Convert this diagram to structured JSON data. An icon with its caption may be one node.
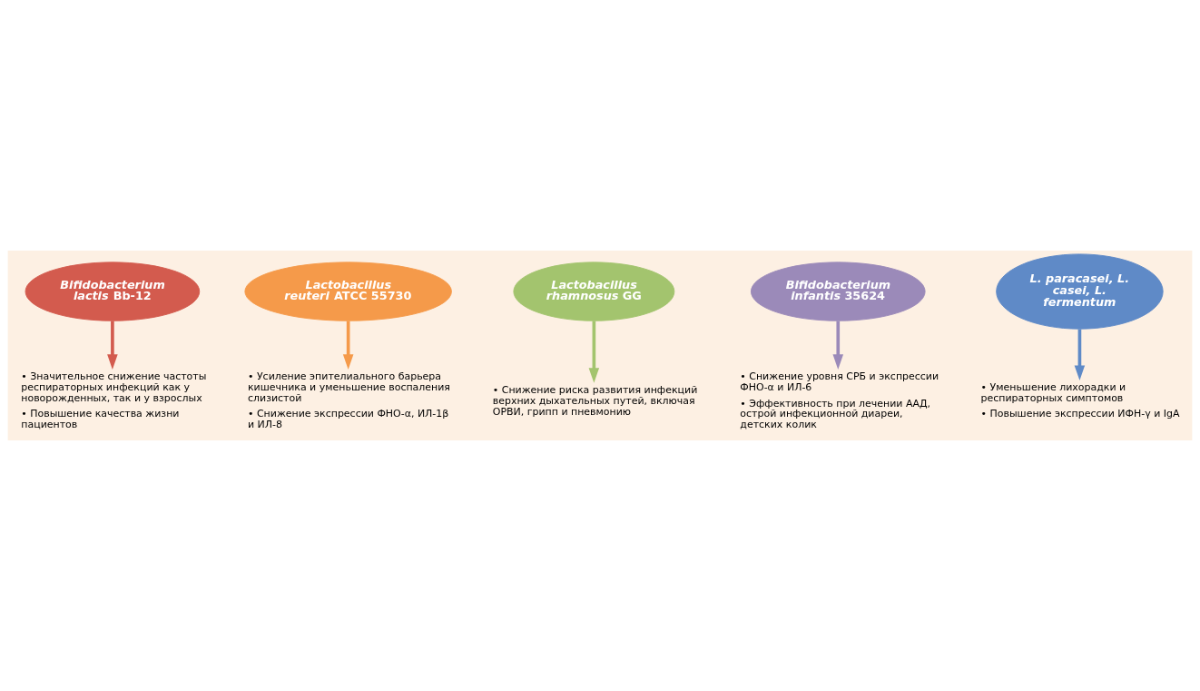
{
  "diagram": {
    "nodes": [
      {
        "text": [
          "• Значительное снижение частоты респираторных инфекций как у новорожденных, так и у взрослых",
          "• Повышение качества жизни пациентов"
        ]
      },
      {
        "text": [
          "• Усиление эпителиального барьера кишечника и уменьшение воспаления слизистой",
          "• Снижение экспрессии ФНО-α, ИЛ-1β и ИЛ-8"
        ]
      },
      {
        "text": [
          "*Bifidobacterium lactis* Bb-12"
        ]
      },
      {
        "text": [
          "*Lactobacillus reuteri* ATCC 55730"
        ]
      },
      {
        "text": [
          "*Lactobacillus rhamnosus* GG"
        ]
      },
      {
        "text": [
          "• Снижение риска развития инфекций верхних дыхательных путей, включая ОРВИ, грипп и пневмонию"
        ]
      },
      {
        "text": [
          "*Bifidobacterium infantis* 35624"
        ]
      },
      {
        "text": [
          "*L. paracasei, L. casei, L. fermentum*"
        ]
      },
      {
        "text": [
          "• Снижение уровня СРБ и экспрессии ФНО-α и ИЛ-6",
          "• Эффективность при лечении ААД, острой инфекционной диареи, детских колик"
        ]
      },
      {
        "text": [
          "• Уменьшение лихорадки и респираторных симптомов",
          "• Повышение экспрессии ИФН-γ и IgA"
        ]
      }
    ],
    "edges": [
      {
        "from": 2,
        "to": 0,
        "arrow": "to",
        "color": "#d35b4e"
      },
      {
        "from": 3,
        "to": 1,
        "arrow": "to",
        "color": "#f59a4a"
      },
      {
        "from": 4,
        "to": 5,
        "arrow": "to",
        "color": "#a3c46e"
      },
      {
        "from": 6,
        "to": 8,
        "arrow": "to",
        "color": "#9b8ab9"
      },
      {
        "from": 7,
        "to": 9,
        "arrow": "to",
        "color": "#5f8ac7"
      }
    ]
  }
}
